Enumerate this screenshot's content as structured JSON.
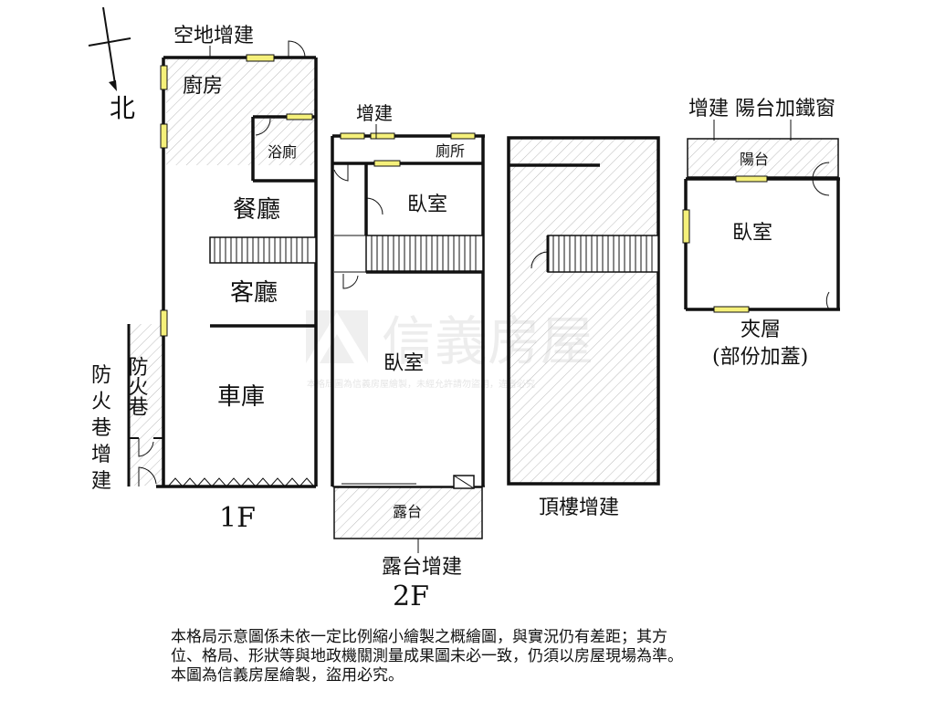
{
  "compass": {
    "north_label": "北"
  },
  "floors": {
    "f1": {
      "label": "1F",
      "annex_label": "空地增建",
      "rooms": {
        "kitchen": "廚房",
        "bathroom": "浴廁",
        "dining": "餐廳",
        "living": "客廳",
        "garage": "車庫"
      },
      "fire_lane": "防火巷",
      "fire_lane_annex": [
        "防",
        "火",
        "巷",
        "增",
        "建"
      ]
    },
    "f2": {
      "label": "2F",
      "annex_label": "增建",
      "rooms": {
        "toilet": "廁所",
        "bedroom_small": "臥室",
        "bedroom_large": "臥室",
        "terrace": "露台"
      },
      "terrace_annex": "露台增建"
    },
    "roof": {
      "label": "頂樓增建"
    },
    "mezzanine": {
      "annex_label": "增建 陽台加鐵窗",
      "rooms": {
        "balcony": "陽台",
        "bedroom": "臥室"
      },
      "label": "夾層",
      "sublabel": "(部份加蓋)"
    }
  },
  "watermark": {
    "brand": "信義房屋",
    "notice": "本格局圖為信義房屋繪製，未經允許請勿盜用，違者必究"
  },
  "disclaimer": {
    "line1": "本格局示意圖係未依一定比例縮小繪製之概繪圖，與實況仍有差距；其方",
    "line2": "位、格局、形狀等與地政機關測量成果圖未必一致，仍須以房屋現場為準。",
    "line3": "本圖為信義房屋繪製，盜用必究。"
  }
}
